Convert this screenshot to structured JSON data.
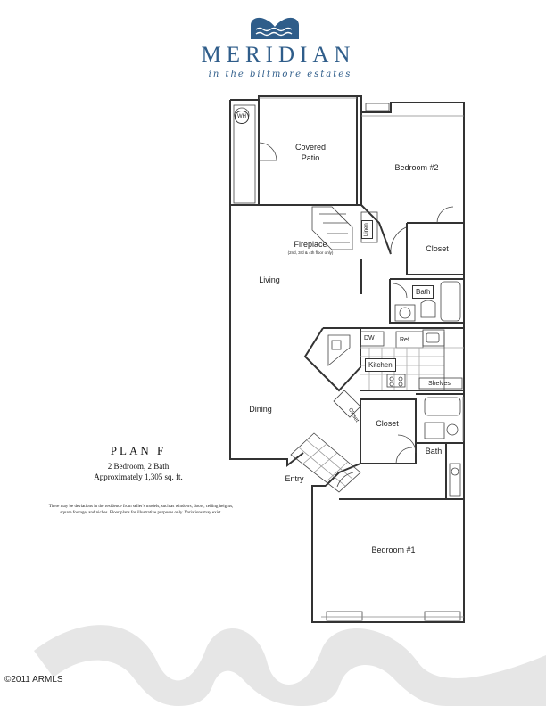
{
  "brand": {
    "name": "MERIDIAN",
    "tagline": "in the biltmore estates",
    "color": "#2f5d8a"
  },
  "plan": {
    "name": "PLAN F",
    "rooms": "2 Bedroom, 2 Bath",
    "area": "Approximately 1,305 sq. ft."
  },
  "disclaimer": "There may be deviations in the residence from seller's models, such as windows, doors, ceiling heights, square footage, and niches. Floor plans for illustrative purposes only. Variations may exist.",
  "labels": {
    "wh": "WH",
    "covered_patio_1": "Covered",
    "covered_patio_2": "Patio",
    "bedroom2": "Bedroom #2",
    "linen": "Linen",
    "closet_upper": "Closet",
    "fireplace": "Fireplace",
    "fireplace_note": "(2nd, 3rd & 4th floor only)",
    "living": "Living",
    "bath_upper": "Bath",
    "dw": "DW",
    "ref": "Ref.",
    "kitchen": "Kitchen",
    "shelves": "Shelves",
    "dining": "Dining",
    "closet_diag": "Closet",
    "closet_lower": "Closet",
    "bath_lower": "Bath",
    "entry": "Entry",
    "bedroom1": "Bedroom #1"
  },
  "copyright": "©2011 ARMLS"
}
